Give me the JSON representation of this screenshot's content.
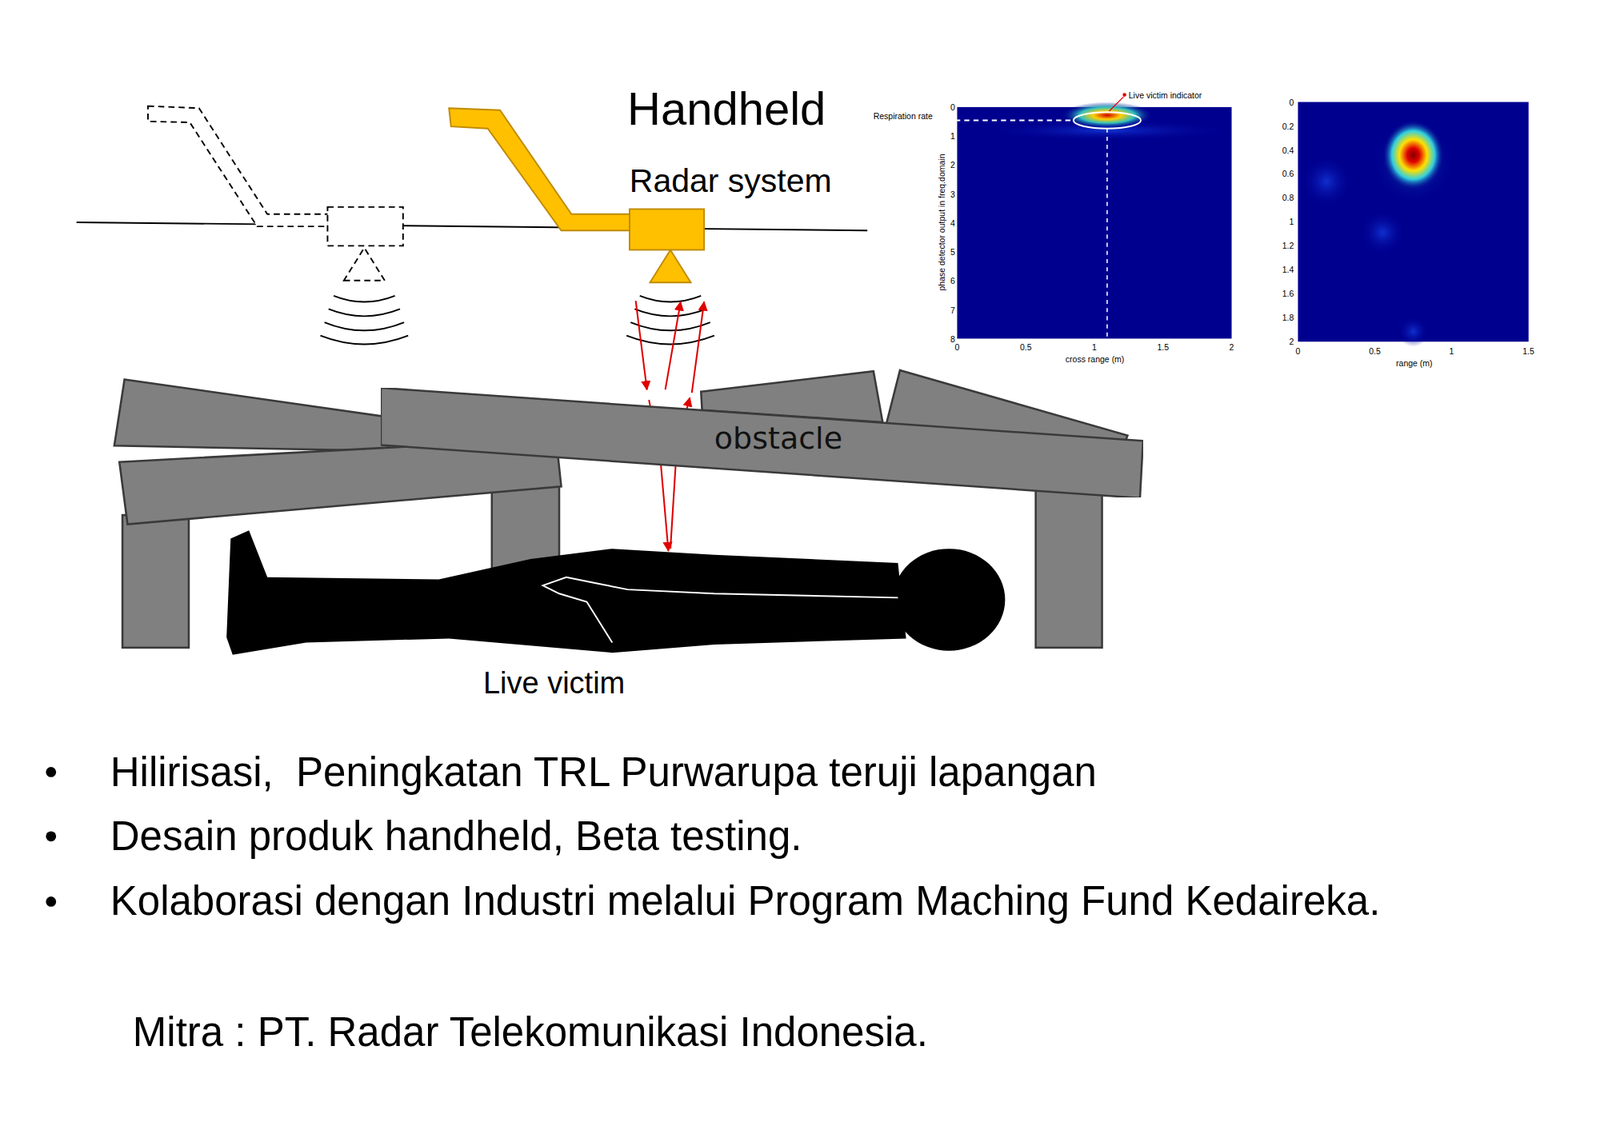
{
  "diagram": {
    "nodes": [
      {
        "text": [
          "obstacle"
        ]
      }
    ],
    "labels": [
      "Handheld",
      "Radar system",
      "Live victim",
      "Live victim indicator",
      "Respiration rate",
      "phase detector output in freq.domain",
      "0",
      "1",
      "2",
      "3",
      "4",
      "5",
      "6",
      "7",
      "8",
      "0",
      "0.5",
      "1",
      "1.5",
      "2",
      "cross range (m)",
      "0",
      "0.2",
      "0.4",
      "0.6",
      "0.8",
      "1",
      "1.2",
      "1.4",
      "1.6",
      "1.8",
      "2",
      "0",
      "0.5",
      "1",
      "1.5",
      "range (m)",
      "Hilirisasi,  Peningkatan TRL Purwarupa teruji lapangan",
      "Desain produk handheld, Beta testing.",
      "Kolaborasi dengan Industri melalui Program Maching Fund Kedaireka.",
      "Mitra : PT. Radar Telekomunikasi Indonesia."
    ]
  }
}
